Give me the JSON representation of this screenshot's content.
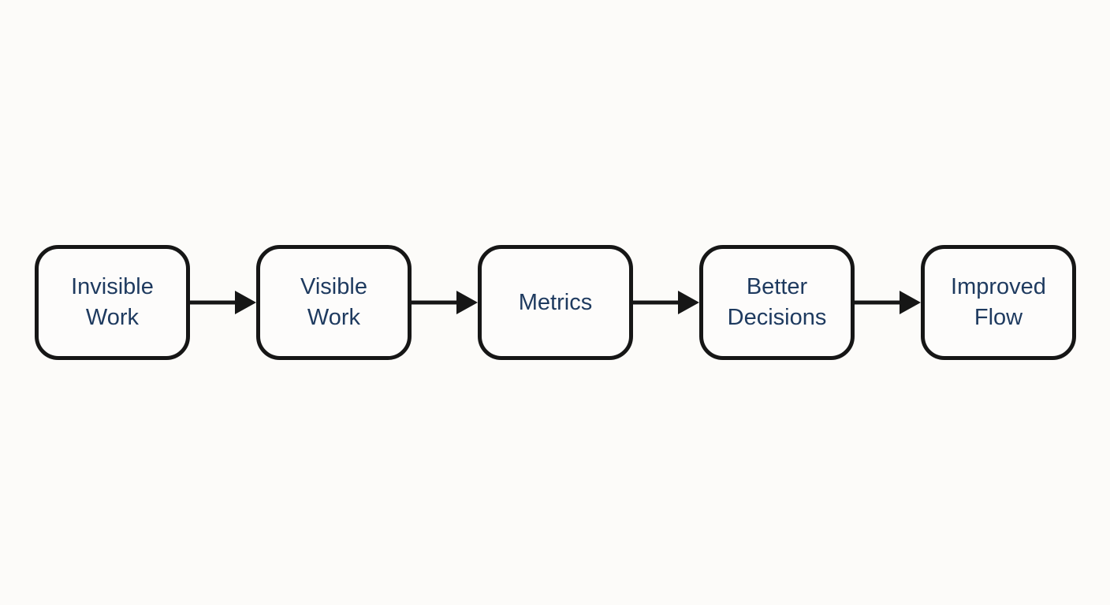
{
  "diagram": {
    "type": "flowchart",
    "direction": "left-to-right",
    "colors": {
      "background": "#fcfbf9",
      "node_fill": "#fdfcfb",
      "node_border": "#161616",
      "node_text": "#1e3a5f",
      "arrow": "#161616"
    },
    "nodes": [
      {
        "id": "invisible-work",
        "label": "Invisible Work",
        "lines": [
          "Invisible",
          "Work"
        ]
      },
      {
        "id": "visible-work",
        "label": "Visible Work",
        "lines": [
          "Visible",
          "Work"
        ]
      },
      {
        "id": "metrics",
        "label": "Metrics",
        "lines": [
          "Metrics"
        ]
      },
      {
        "id": "better-decisions",
        "label": "Better Decisions",
        "lines": [
          "Better",
          "Decisions"
        ]
      },
      {
        "id": "improved-flow",
        "label": "Improved Flow",
        "lines": [
          "Improved",
          "Flow"
        ]
      }
    ],
    "edges": [
      {
        "from": "Invisible Work",
        "to": "Visible Work"
      },
      {
        "from": "Visible Work",
        "to": "Metrics"
      },
      {
        "from": "Metrics",
        "to": "Better Decisions"
      },
      {
        "from": "Better Decisions",
        "to": "Improved Flow"
      }
    ]
  }
}
